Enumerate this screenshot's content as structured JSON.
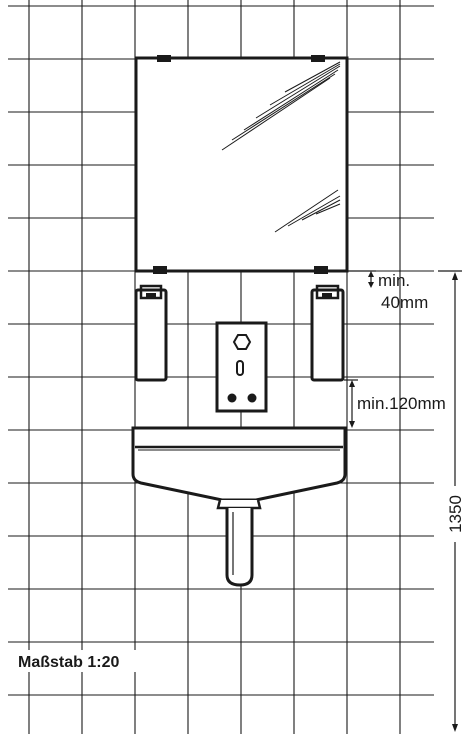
{
  "diagram": {
    "dim_mirror_gap_line1": "min.",
    "dim_mirror_gap_line2": "40mm",
    "dim_basin_gap": "min.120mm",
    "dim_total_height": "1350",
    "scale_label": "Maßstab 1:20"
  },
  "colors": {
    "line": "#1a1a1a",
    "background": "#ffffff"
  }
}
